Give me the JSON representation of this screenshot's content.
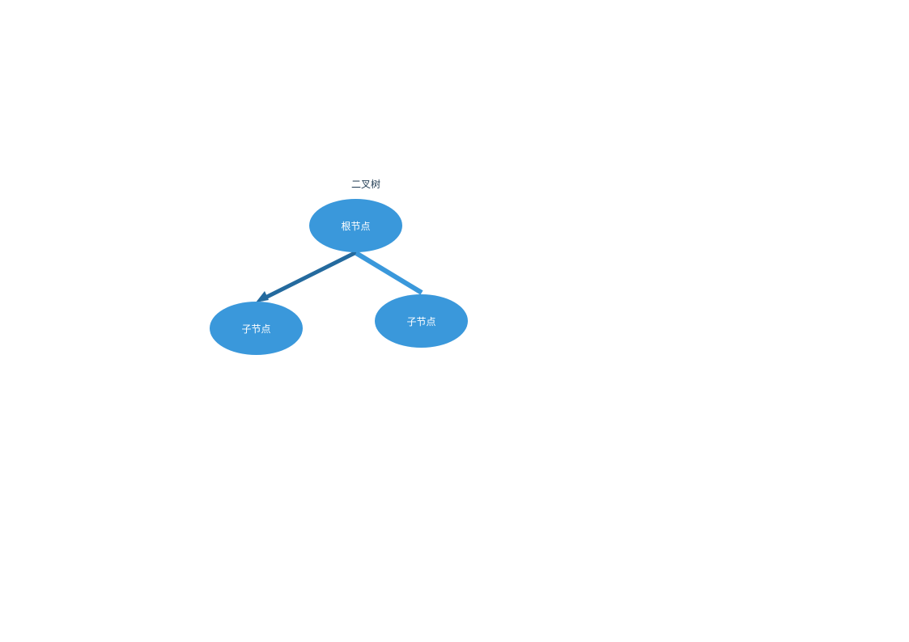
{
  "diagram": {
    "title": "二叉树",
    "nodes": {
      "root": {
        "label": "根节点"
      },
      "left": {
        "label": "子节点"
      },
      "right": {
        "label": "子节点"
      }
    },
    "edges": [
      {
        "from": "root",
        "to": "left",
        "color": "#246a9e",
        "arrow": true
      },
      {
        "from": "root",
        "to": "right",
        "color": "#3a98db",
        "arrow": false
      }
    ],
    "colors": {
      "node_fill": "#3a98db",
      "node_text": "#ffffff",
      "title_text": "#1f3a52"
    }
  }
}
